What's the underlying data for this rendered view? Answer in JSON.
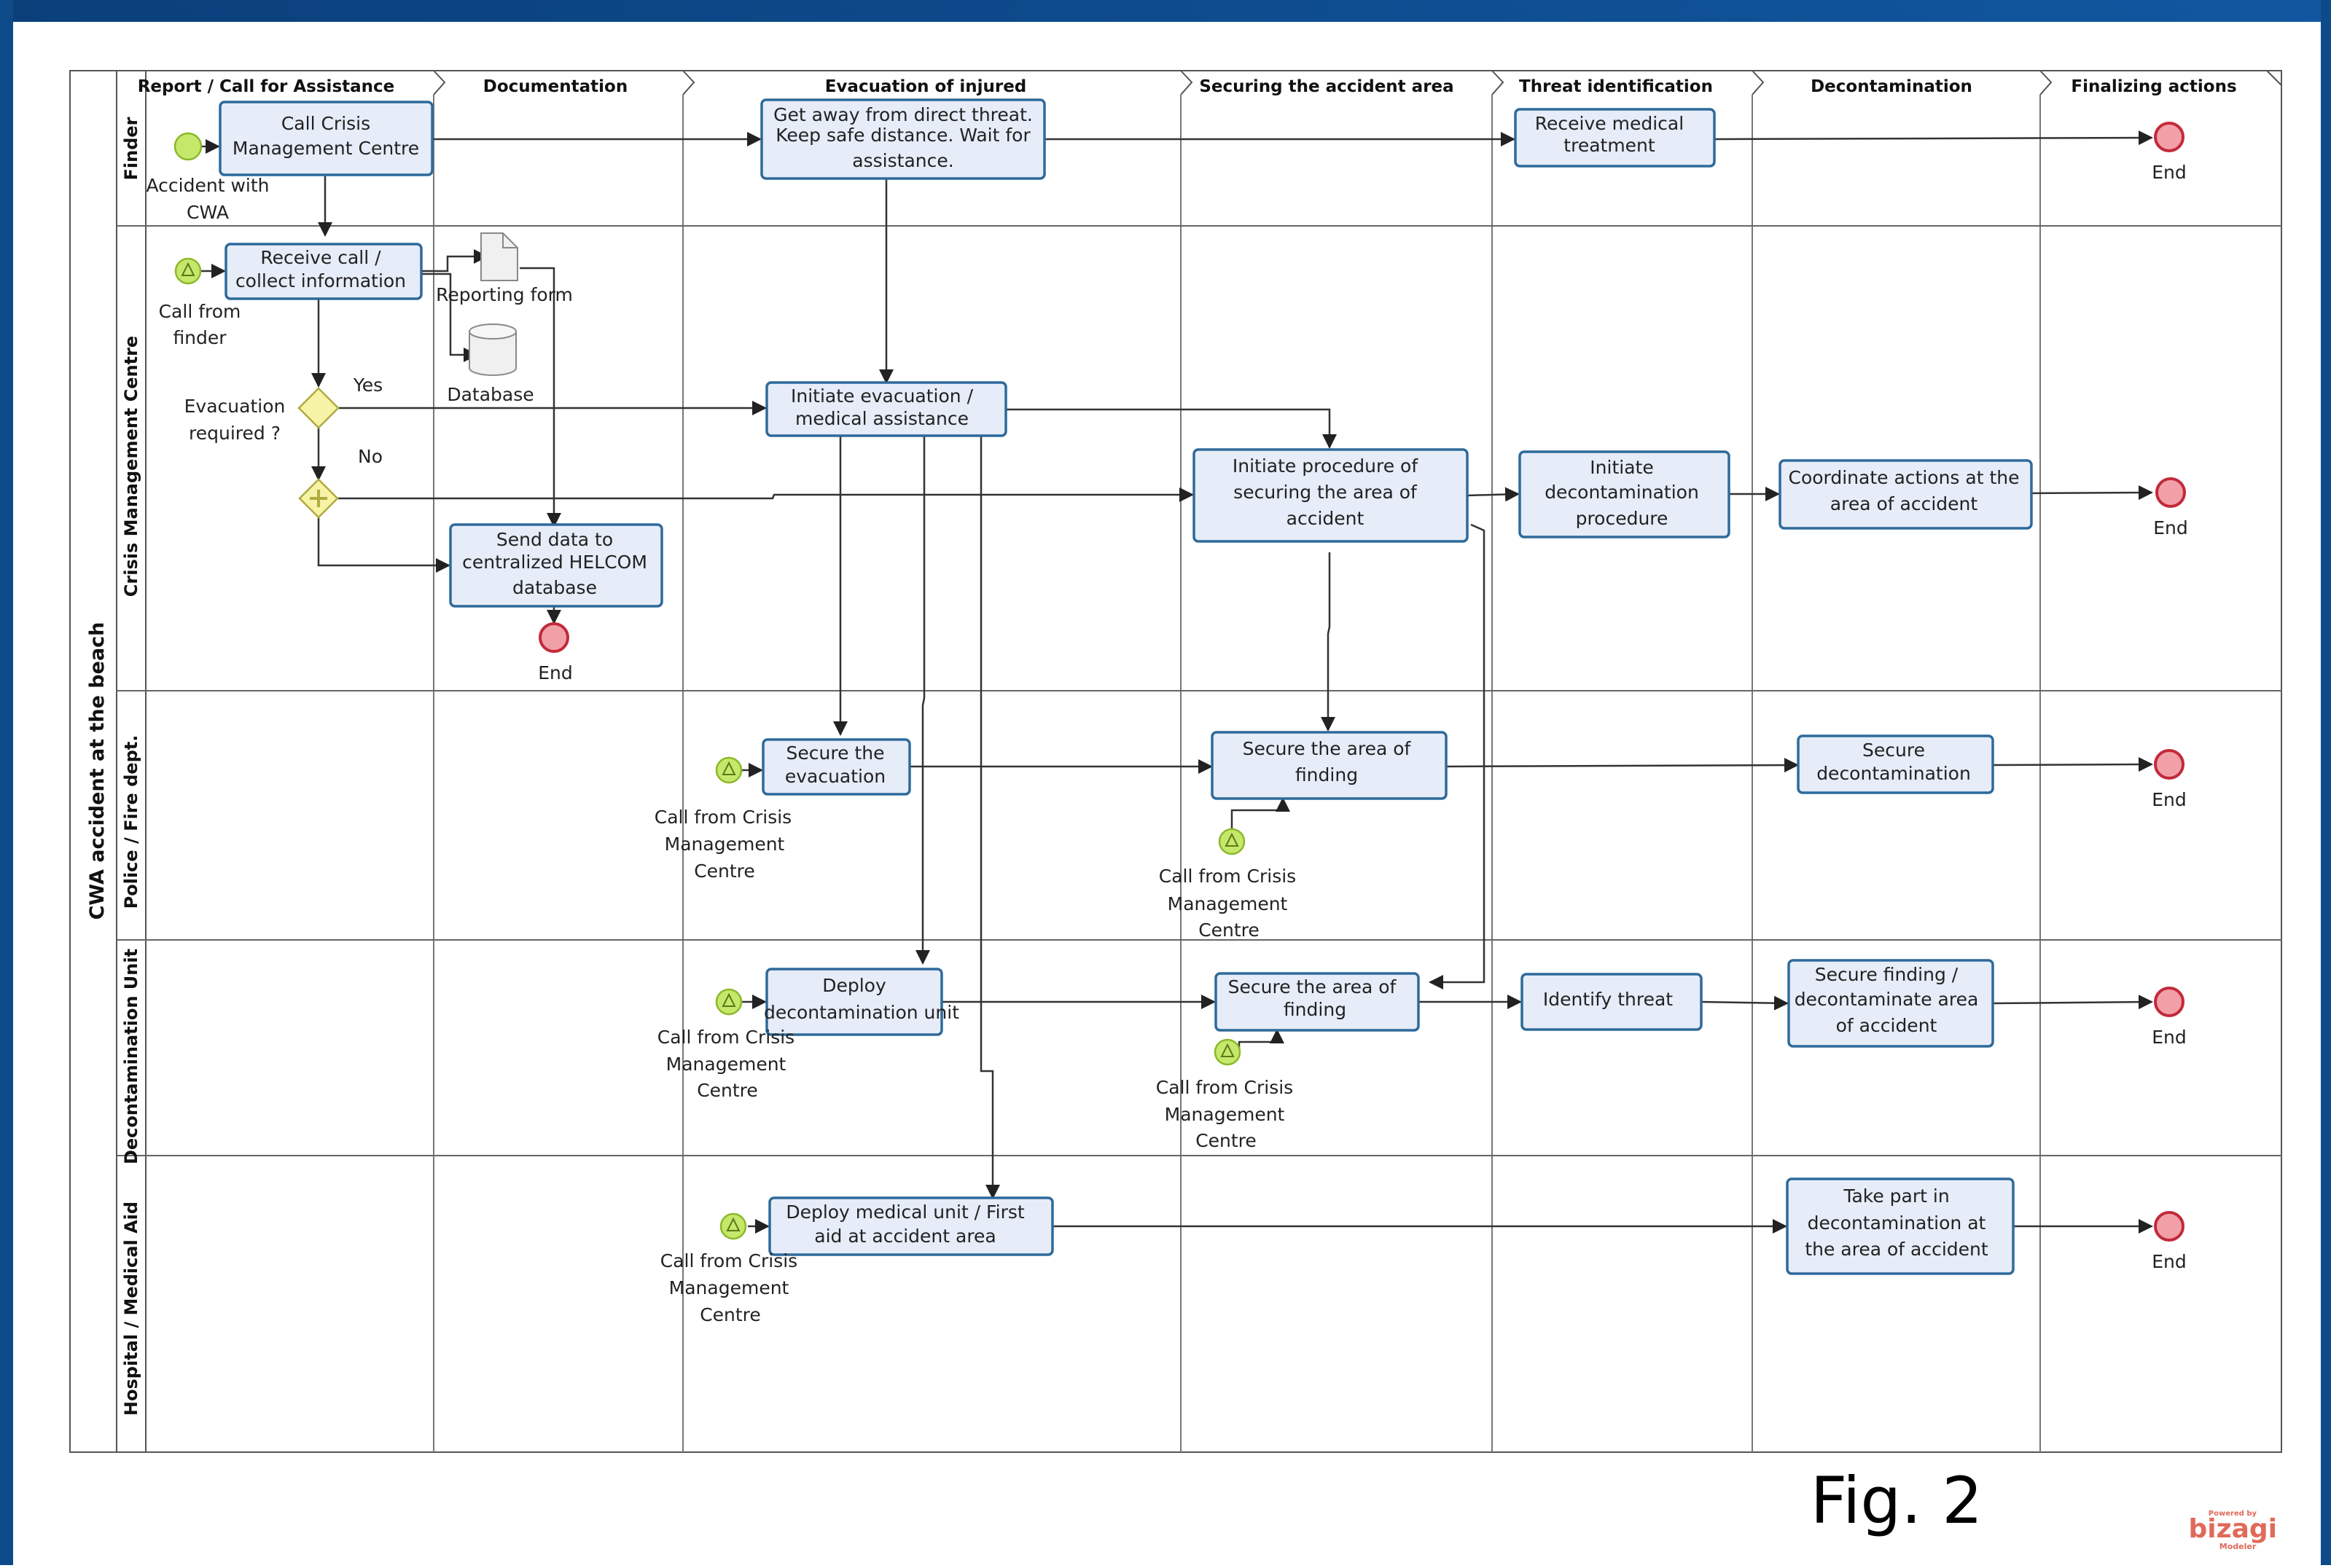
{
  "pool": {
    "title": "CWA accident at the beach"
  },
  "phases": [
    "Report / Call for Assistance",
    "Documentation",
    "Evacuation of injured",
    "Securing the accident area",
    "Threat identification",
    "Decontamination",
    "Finalizing actions"
  ],
  "lanes": [
    "Finder",
    "Crisis Management Centre",
    "Police / Fire dept.",
    "Decontamination Unit",
    "Hospital / Medical Aid"
  ],
  "tasks": {
    "call_cmc": [
      "Call Crisis",
      "Management Centre"
    ],
    "get_away": [
      "Get away from direct threat.",
      "Keep safe distance. Wait for",
      "assistance."
    ],
    "receive_med": [
      "Receive medical",
      "treatment"
    ],
    "receive_call": [
      "Receive call /",
      "collect information"
    ],
    "init_evac": [
      "Initiate evacuation /",
      "medical assistance"
    ],
    "init_secure": [
      "Initiate procedure of",
      "securing the area of",
      "accident"
    ],
    "init_decon": [
      "Initiate",
      "decontamination",
      "procedure"
    ],
    "coord": [
      "Coordinate actions at the",
      "area of accident"
    ],
    "send_data": [
      "Send data to",
      "centralized HELCOM",
      "database"
    ],
    "secure_evac": [
      "Secure the",
      "evacuation"
    ],
    "secure_area_police": [
      "Secure the area of",
      "finding"
    ],
    "secure_decon": [
      "Secure",
      "decontamination"
    ],
    "deploy_decon": [
      "Deploy",
      "decontamination unit"
    ],
    "secure_area_decon": [
      "Secure the area of",
      "finding"
    ],
    "identify_threat": [
      "Identify threat"
    ],
    "secure_finding": [
      "Secure finding /",
      "decontaminate area",
      "of accident"
    ],
    "deploy_med": [
      "Deploy medical unit / First",
      "aid at accident area"
    ],
    "take_part": [
      "Take part in",
      "decontamination at",
      "the area of accident"
    ]
  },
  "artifacts": {
    "reporting_form": "Reporting form",
    "database": "Database"
  },
  "events": {
    "accident": [
      "Accident with",
      "CWA"
    ],
    "call_finder": [
      "Call from",
      "finder"
    ],
    "call_cmc_police_1": [
      "Call from Crisis",
      "Management",
      "Centre"
    ],
    "call_cmc_police_2": [
      "Call from Crisis",
      "Management",
      "Centre"
    ],
    "call_cmc_decon_1": [
      "Call from Crisis",
      "Management",
      "Centre"
    ],
    "call_cmc_decon_2": [
      "Call from Crisis",
      "Management",
      "Centre"
    ],
    "call_cmc_hosp": [
      "Call from Crisis",
      "Management",
      "Centre"
    ],
    "end_label": "End"
  },
  "gateway": {
    "question": [
      "Evacuation",
      "required ?"
    ],
    "yes": "Yes",
    "no": "No"
  },
  "figure_label": "Fig. 2",
  "brand": {
    "small_top": "Powered by",
    "name": "bizagi",
    "small_bottom": "Modeler"
  },
  "colors": {
    "banner": "#0d4a8a",
    "task_fill": "#e6ecf8",
    "task_stroke": "#2e6a9b",
    "start_fill": "#c6e86a",
    "end_fill": "#f2a0a8",
    "end_stroke": "#c22a3a",
    "gateway_fill": "#f6f3a6"
  }
}
